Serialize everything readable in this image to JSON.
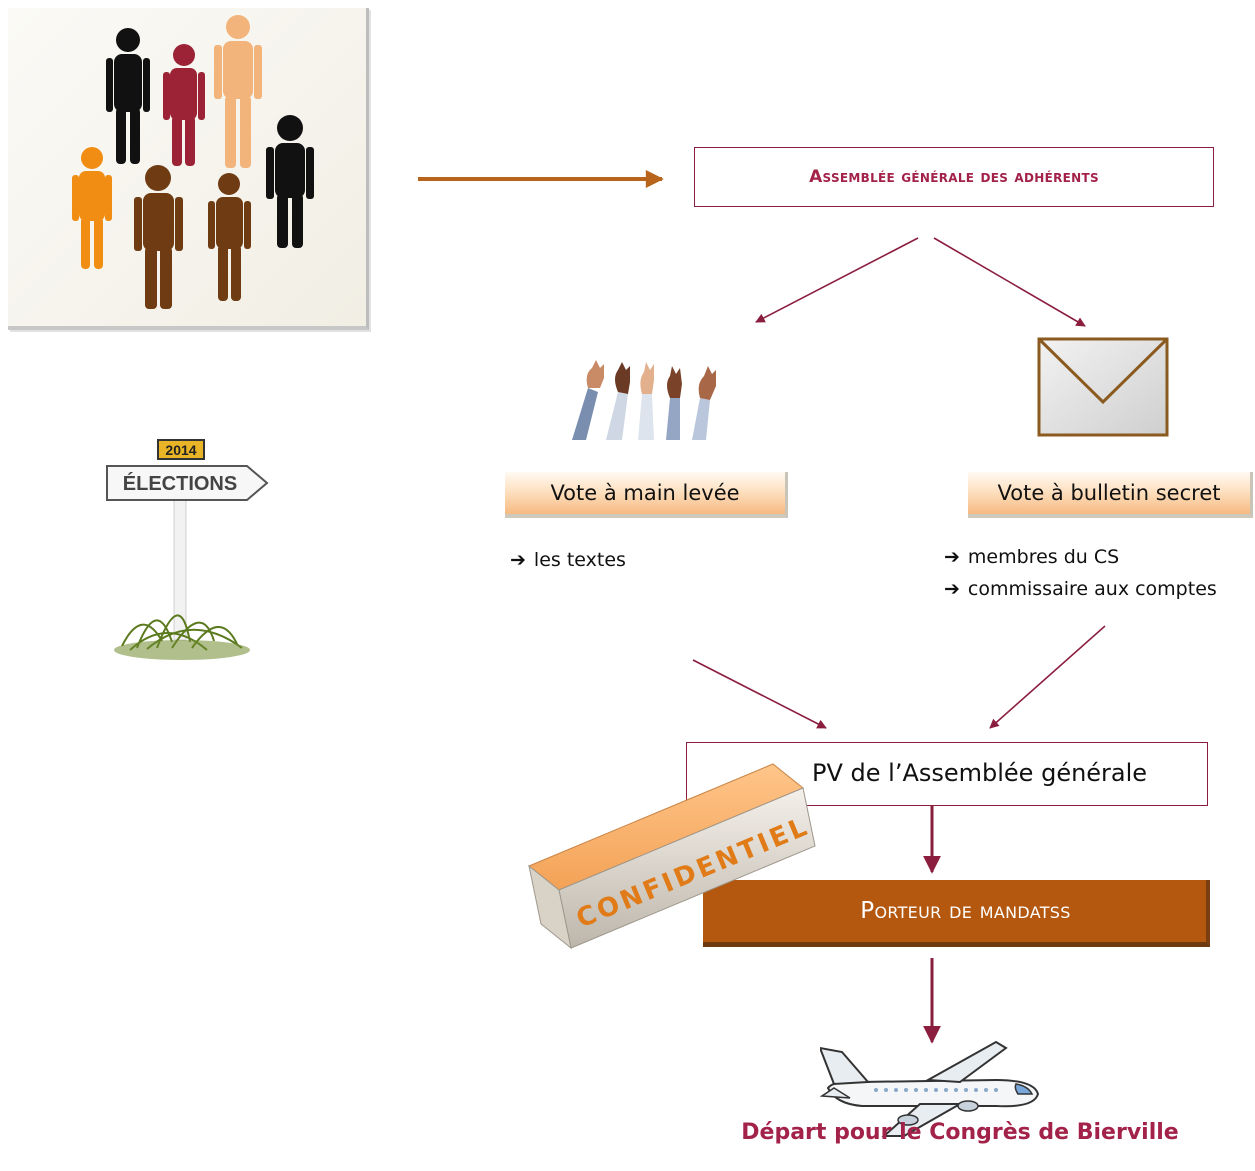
{
  "nodes": {
    "assembly": "Assemblée générale des adhérents",
    "vote_main": "Vote à main levée",
    "vote_secret": "Vote à bulletin secret",
    "pv": "PV de l’Assemblée générale",
    "porteur": "Porteur de mandatss",
    "departure": "Départ pour le Congrès de Bierville"
  },
  "bullets": {
    "main_items": [
      "les textes"
    ],
    "secret_items": [
      "membres du CS",
      "commissaire aux comptes"
    ],
    "glyph": "➔"
  },
  "sign": {
    "year": "2014",
    "label": "ÉLECTIONS"
  },
  "stamp_text": "CONFIDENTIEL",
  "colors": {
    "accent": "#a3224a",
    "arrow": "#8b1e3f",
    "top_arrow": "#b8641a",
    "porteur_fill": "#b4580f",
    "vote_fill": "#f6b982"
  },
  "icons": [
    "people-icon",
    "raised-hands-icon",
    "envelope-icon",
    "election-sign-icon",
    "confidential-stamp-icon",
    "airplane-icon"
  ]
}
